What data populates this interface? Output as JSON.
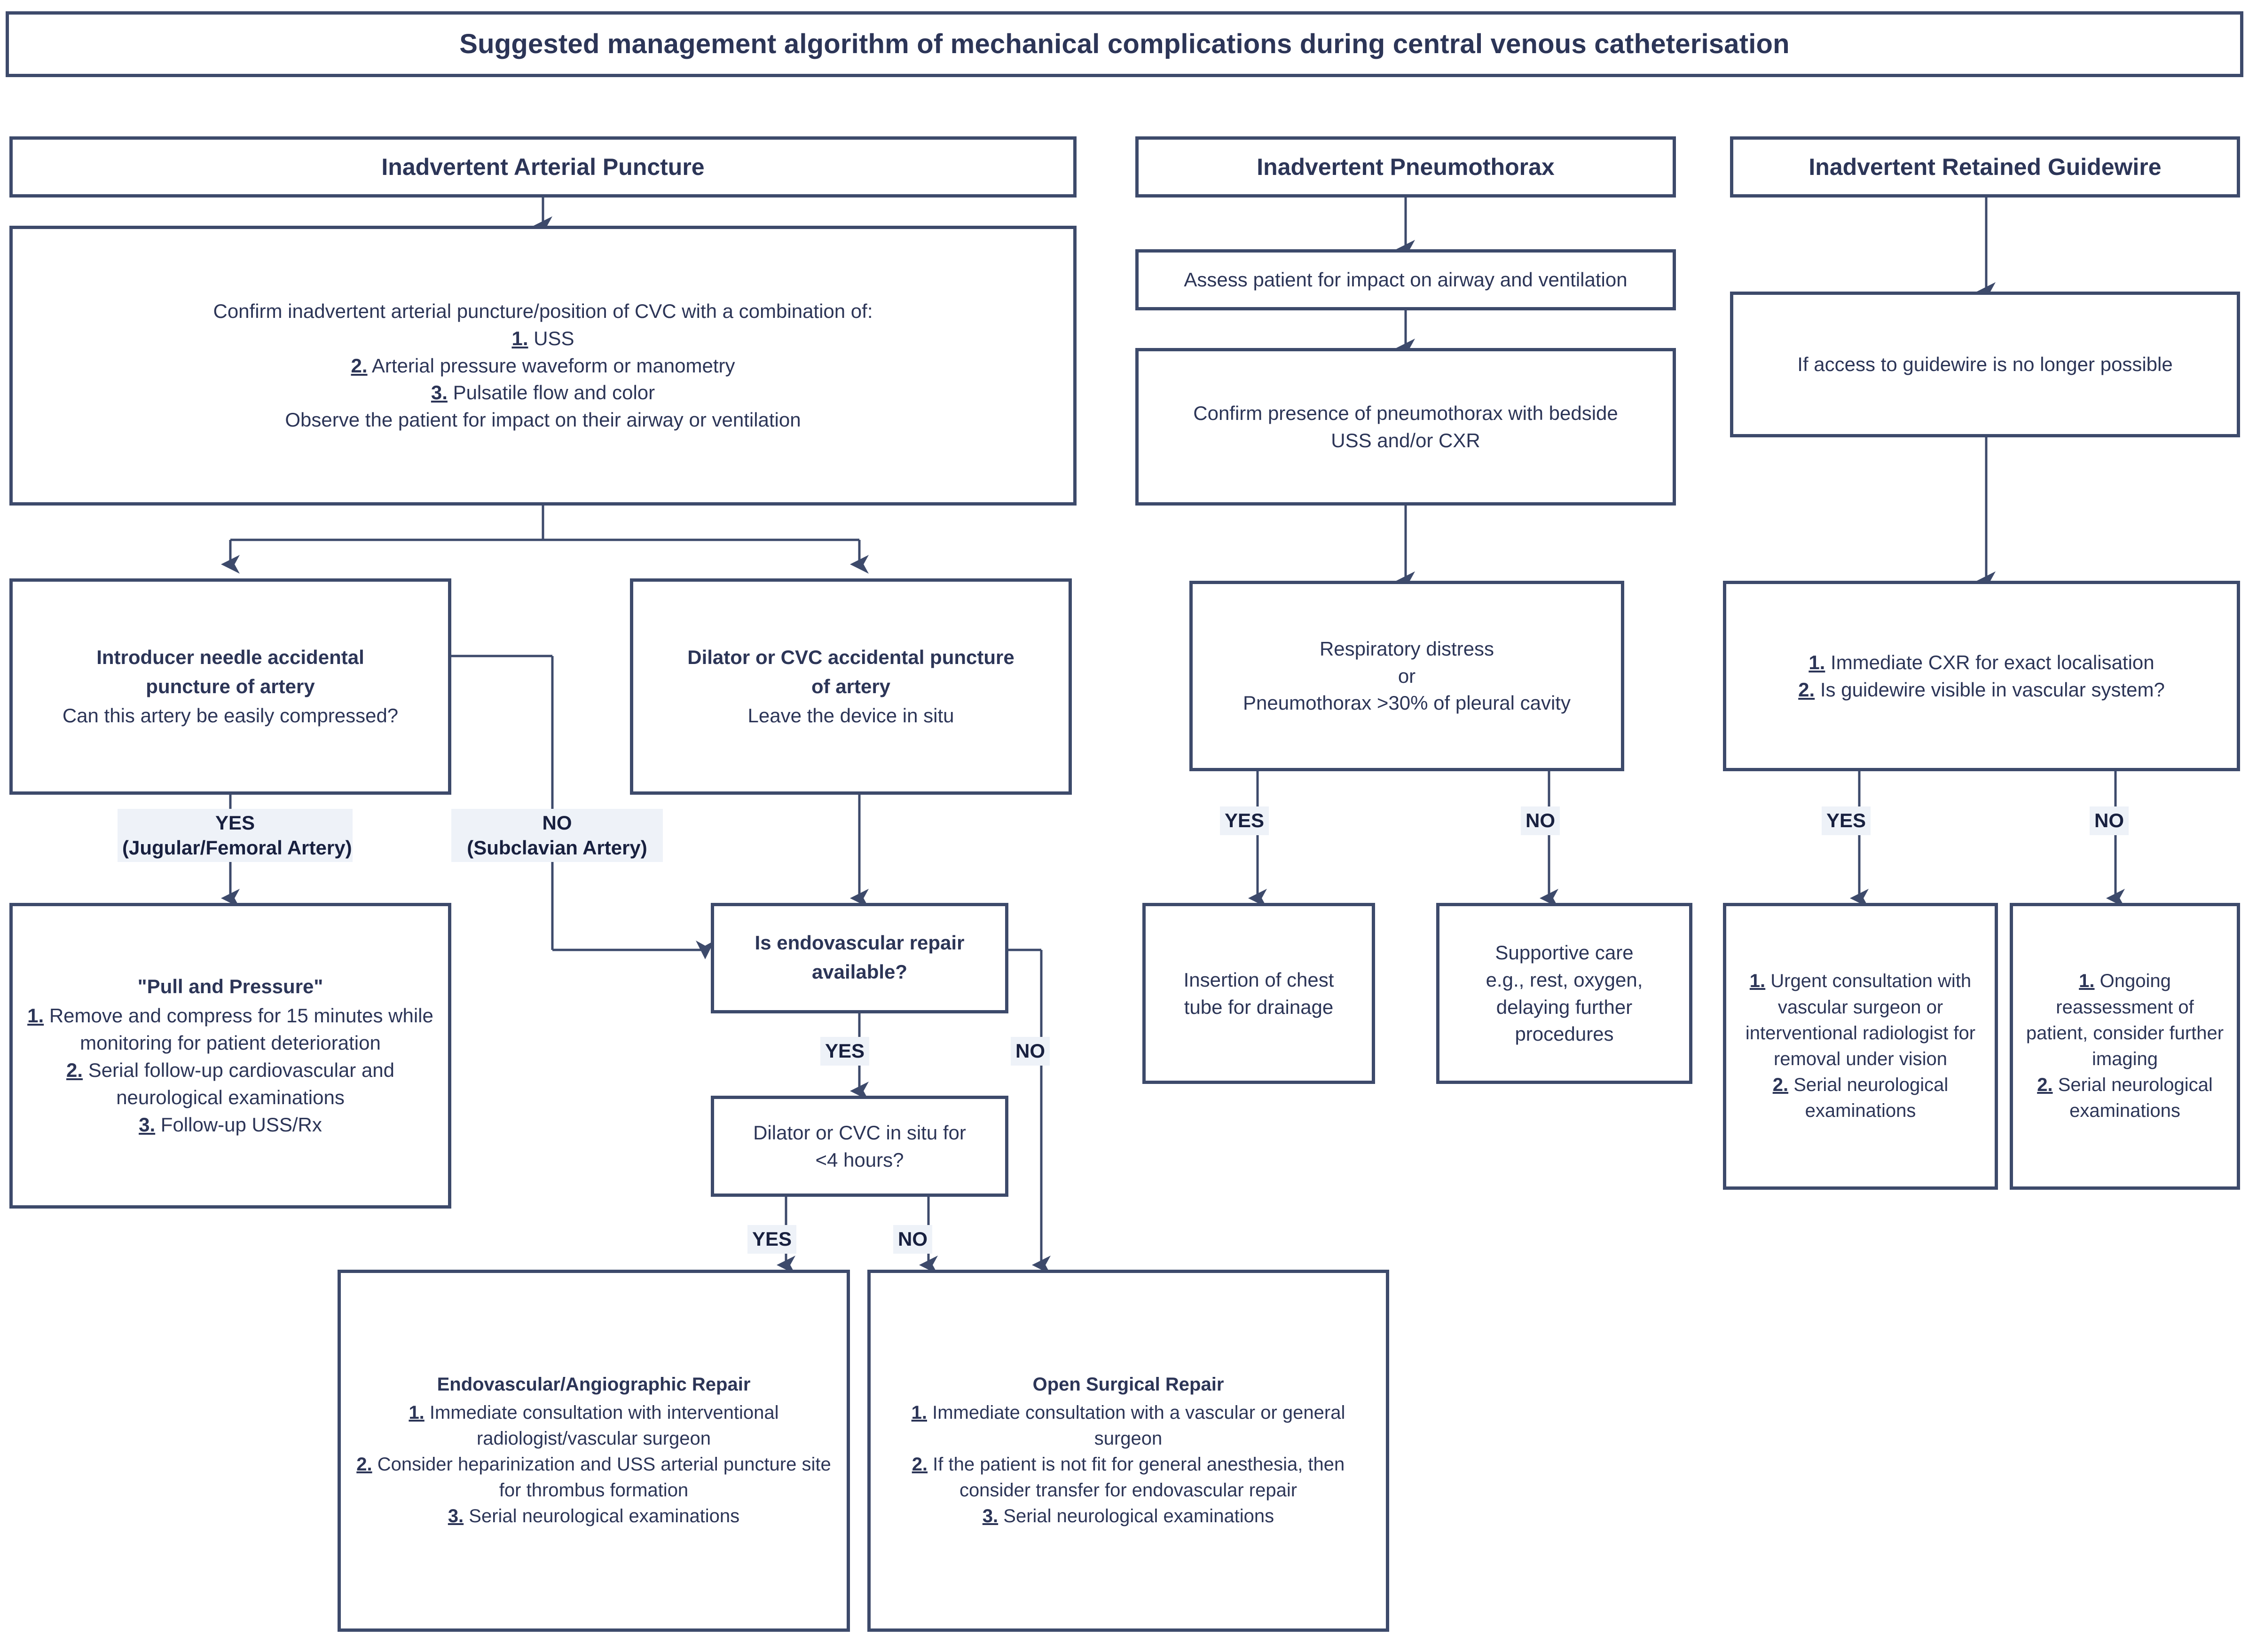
{
  "title": "Suggested management algorithm of mechanical complications during central venous catheterisation",
  "columns": [
    {
      "id": "arterial",
      "heading": "Inadvertent Arterial Puncture",
      "nodes": {
        "confirm": {
          "l1": "Confirm inadvertent arterial puncture/position of CVC with a combination of:",
          "n1": "1.",
          "t1": "USS",
          "n2": "2.",
          "t2": "Arterial pressure waveform or manometry",
          "n3": "3.",
          "t3": "Pulsatile flow and color",
          "l5": "Observe the patient for impact on their airway or ventilation"
        },
        "introducer": {
          "hdr1": "Introducer needle accidental",
          "hdr2": "puncture of artery",
          "sub": "Can this artery be easily compressed?"
        },
        "dilator": {
          "hdr1": "Dilator or CVC accidental puncture",
          "hdr2": "of artery",
          "sub": "Leave the device in situ"
        },
        "pull_pressure": {
          "hdr": "\"Pull and Pressure\"",
          "n1": "1.",
          "t1": "Remove and compress for 15 minutes while monitoring for patient deterioration",
          "n2": "2.",
          "t2": "Serial follow-up cardiovascular and neurological examinations",
          "n3": "3.",
          "t3": "Follow-up USS/Rx"
        },
        "endo_q": {
          "l1": "Is endovascular repair",
          "l2": "available?"
        },
        "insitu_q": {
          "l1": "Dilator or CVC in situ for",
          "l2": "<4 hours?"
        },
        "endo_repair": {
          "hdr": "Endovascular/Angiographic Repair",
          "n1": "1.",
          "t1": "Immediate consultation with interventional radiologist/vascular surgeon",
          "n2": "2.",
          "t2": "Consider heparinization and USS arterial puncture site for thrombus formation",
          "n3": "3.",
          "t3": "Serial neurological examinations"
        },
        "open_repair": {
          "hdr": "Open Surgical Repair",
          "n1": "1.",
          "t1": "Immediate consultation with a vascular or general surgeon",
          "n2": "2.",
          "t2": "If the patient is not fit for general anesthesia, then consider transfer for endovascular repair",
          "n3": "3.",
          "t3": "Serial neurological examinations"
        }
      },
      "edge_labels": {
        "yes_jugular_l1": "YES",
        "yes_jugular_l2": "(Jugular/Femoral Artery)",
        "no_subclavian_l1": "NO",
        "no_subclavian_l2": "(Subclavian Artery)",
        "endo_yes": "YES",
        "endo_no": "NO",
        "insitu_yes": "YES",
        "insitu_no": "NO"
      }
    },
    {
      "id": "pneumothorax",
      "heading": "Inadvertent Pneumothorax",
      "nodes": {
        "assess": {
          "l1": "Assess patient for impact on airway and ventilation"
        },
        "confirm": {
          "l1": "Confirm presence of pneumothorax with bedside",
          "l2": "USS and/or CXR"
        },
        "distress_q": {
          "l1": "Respiratory distress",
          "l2": "or",
          "l3": "Pneumothorax >30% of pleural cavity"
        },
        "chest_tube": {
          "l1": "Insertion of chest",
          "l2": "tube for drainage"
        },
        "supportive": {
          "l1": "Supportive care",
          "l2": "e.g., rest, oxygen,",
          "l3": "delaying further",
          "l4": "procedures"
        }
      },
      "edge_labels": {
        "yes": "YES",
        "no": "NO"
      }
    },
    {
      "id": "guidewire",
      "heading": "Inadvertent Retained Guidewire",
      "nodes": {
        "access": {
          "l1": "If access to guidewire is no longer possible"
        },
        "cxr_q": {
          "n1": "1.",
          "t1": "Immediate CXR for exact localisation",
          "n2": "2.",
          "t2": "Is guidewire visible in vascular system?"
        },
        "urgent": {
          "n1": "1.",
          "t1": "Urgent consultation with vascular surgeon or interventional radiologist for removal under vision",
          "n2": "2.",
          "t2": "Serial neurological examinations"
        },
        "ongoing": {
          "n1": "1.",
          "t1": "Ongoing reassessment of patient, consider further imaging",
          "n2": "2.",
          "t2": "Serial neurological examinations"
        }
      },
      "edge_labels": {
        "yes": "YES",
        "no": "NO"
      }
    }
  ],
  "colors": {
    "border": "#3d4a6b",
    "text": "#2c3557",
    "label_bg": "#eef2f8",
    "label_text": "#18203f",
    "background": "#ffffff"
  }
}
